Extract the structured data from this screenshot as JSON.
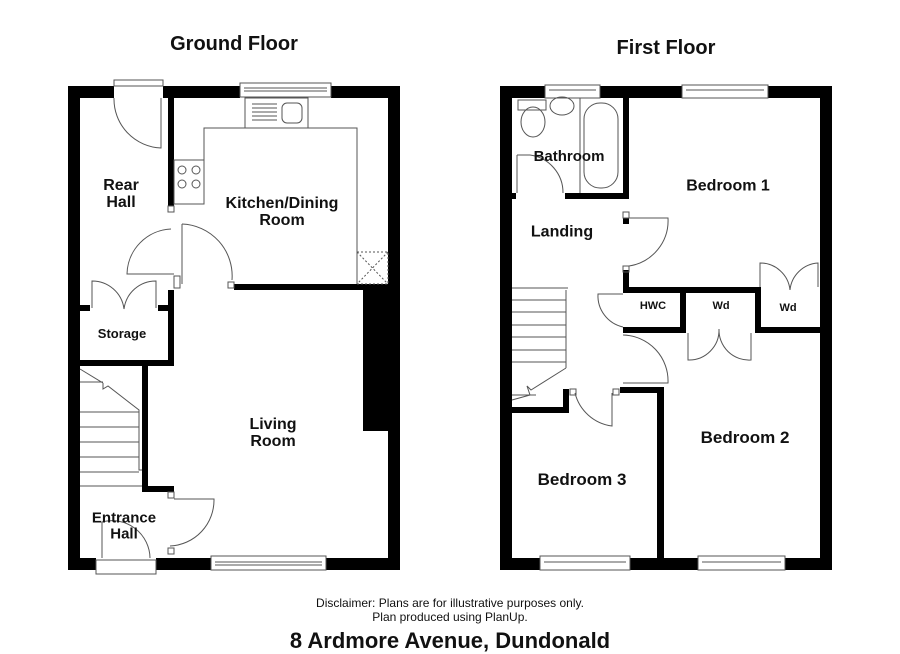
{
  "floors": [
    {
      "title": "Ground Floor",
      "rooms": [
        {
          "name": "Rear Hall",
          "line1": "Rear",
          "line2": "Hall"
        },
        {
          "name": "Kitchen/Dining Room",
          "line1": "Kitchen/Dining",
          "line2": "Room"
        },
        {
          "name": "Storage",
          "line1": "Storage"
        },
        {
          "name": "Living Room",
          "line1": "Living",
          "line2": "Room"
        },
        {
          "name": "Entrance Hall",
          "line1": "Entrance",
          "line2": "Hall"
        }
      ]
    },
    {
      "title": "First Floor",
      "rooms": [
        {
          "name": "Bathroom",
          "line1": "Bathroom"
        },
        {
          "name": "Bedroom 1",
          "line1": "Bedroom 1"
        },
        {
          "name": "Landing",
          "line1": "Landing"
        },
        {
          "name": "HWC",
          "line1": "HWC"
        },
        {
          "name": "Wd",
          "line1": "Wd"
        },
        {
          "name": "Wd",
          "line1": "Wd"
        },
        {
          "name": "Bedroom 2",
          "line1": "Bedroom 2"
        },
        {
          "name": "Bedroom 3",
          "line1": "Bedroom 3"
        }
      ]
    }
  ],
  "footer": {
    "disclaimer_line1": "Disclaimer: Plans are for illustrative purposes only.",
    "disclaimer_line2": "Plan produced using PlanUp.",
    "address": "8 Ardmore Avenue, Dundonald"
  },
  "colors": {
    "wall": "#000000",
    "fixture": "#555555",
    "background": "#ffffff"
  }
}
